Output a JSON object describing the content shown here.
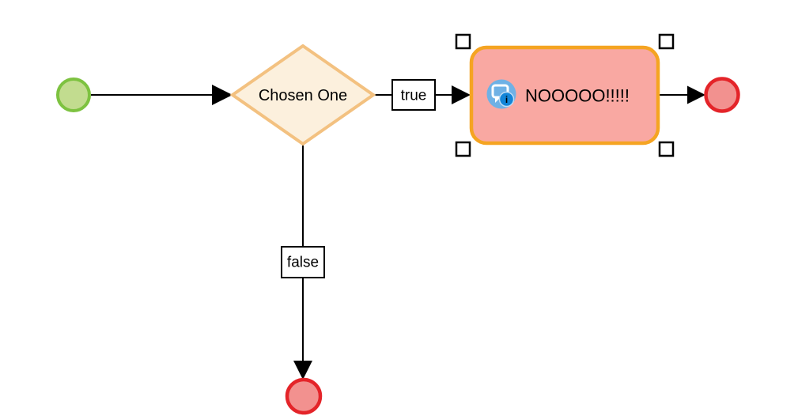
{
  "canvas": {
    "background": "#ffffff",
    "line_color": "#000000"
  },
  "nodes": {
    "start_event": {
      "type": "start",
      "fill": "#c2dc8f",
      "stroke": "#7dc240"
    },
    "decision": {
      "type": "decision",
      "label": "Chosen One",
      "fill": "#fcf0dd",
      "stroke": "#f3c180",
      "text_color": "#000000"
    },
    "task": {
      "type": "task",
      "label": "NOOOOO!!!!!",
      "selected": true,
      "fill": "#f9a8a2",
      "stroke": "#f5a422",
      "text_color": "#000000",
      "icon": {
        "name": "notification-info-icon",
        "circle_fill": "#6fb1e5",
        "shape_color": "#ffffff",
        "badge_fill": "#1285d8",
        "badge_ring": "#bfdcf4",
        "glyph": "i"
      }
    },
    "end_event_right": {
      "type": "end",
      "fill": "#f2918f",
      "stroke": "#e42429"
    },
    "end_event_bottom": {
      "type": "end",
      "fill": "#f2918f",
      "stroke": "#e42429"
    }
  },
  "edges": {
    "true_branch": {
      "label": "true"
    },
    "false_branch": {
      "label": "false"
    },
    "label_box": {
      "fill": "#ffffff",
      "stroke": "#000000",
      "text_color": "#000000"
    }
  },
  "selection": {
    "handle_fill": "#ffffff",
    "handle_stroke": "#000000"
  }
}
